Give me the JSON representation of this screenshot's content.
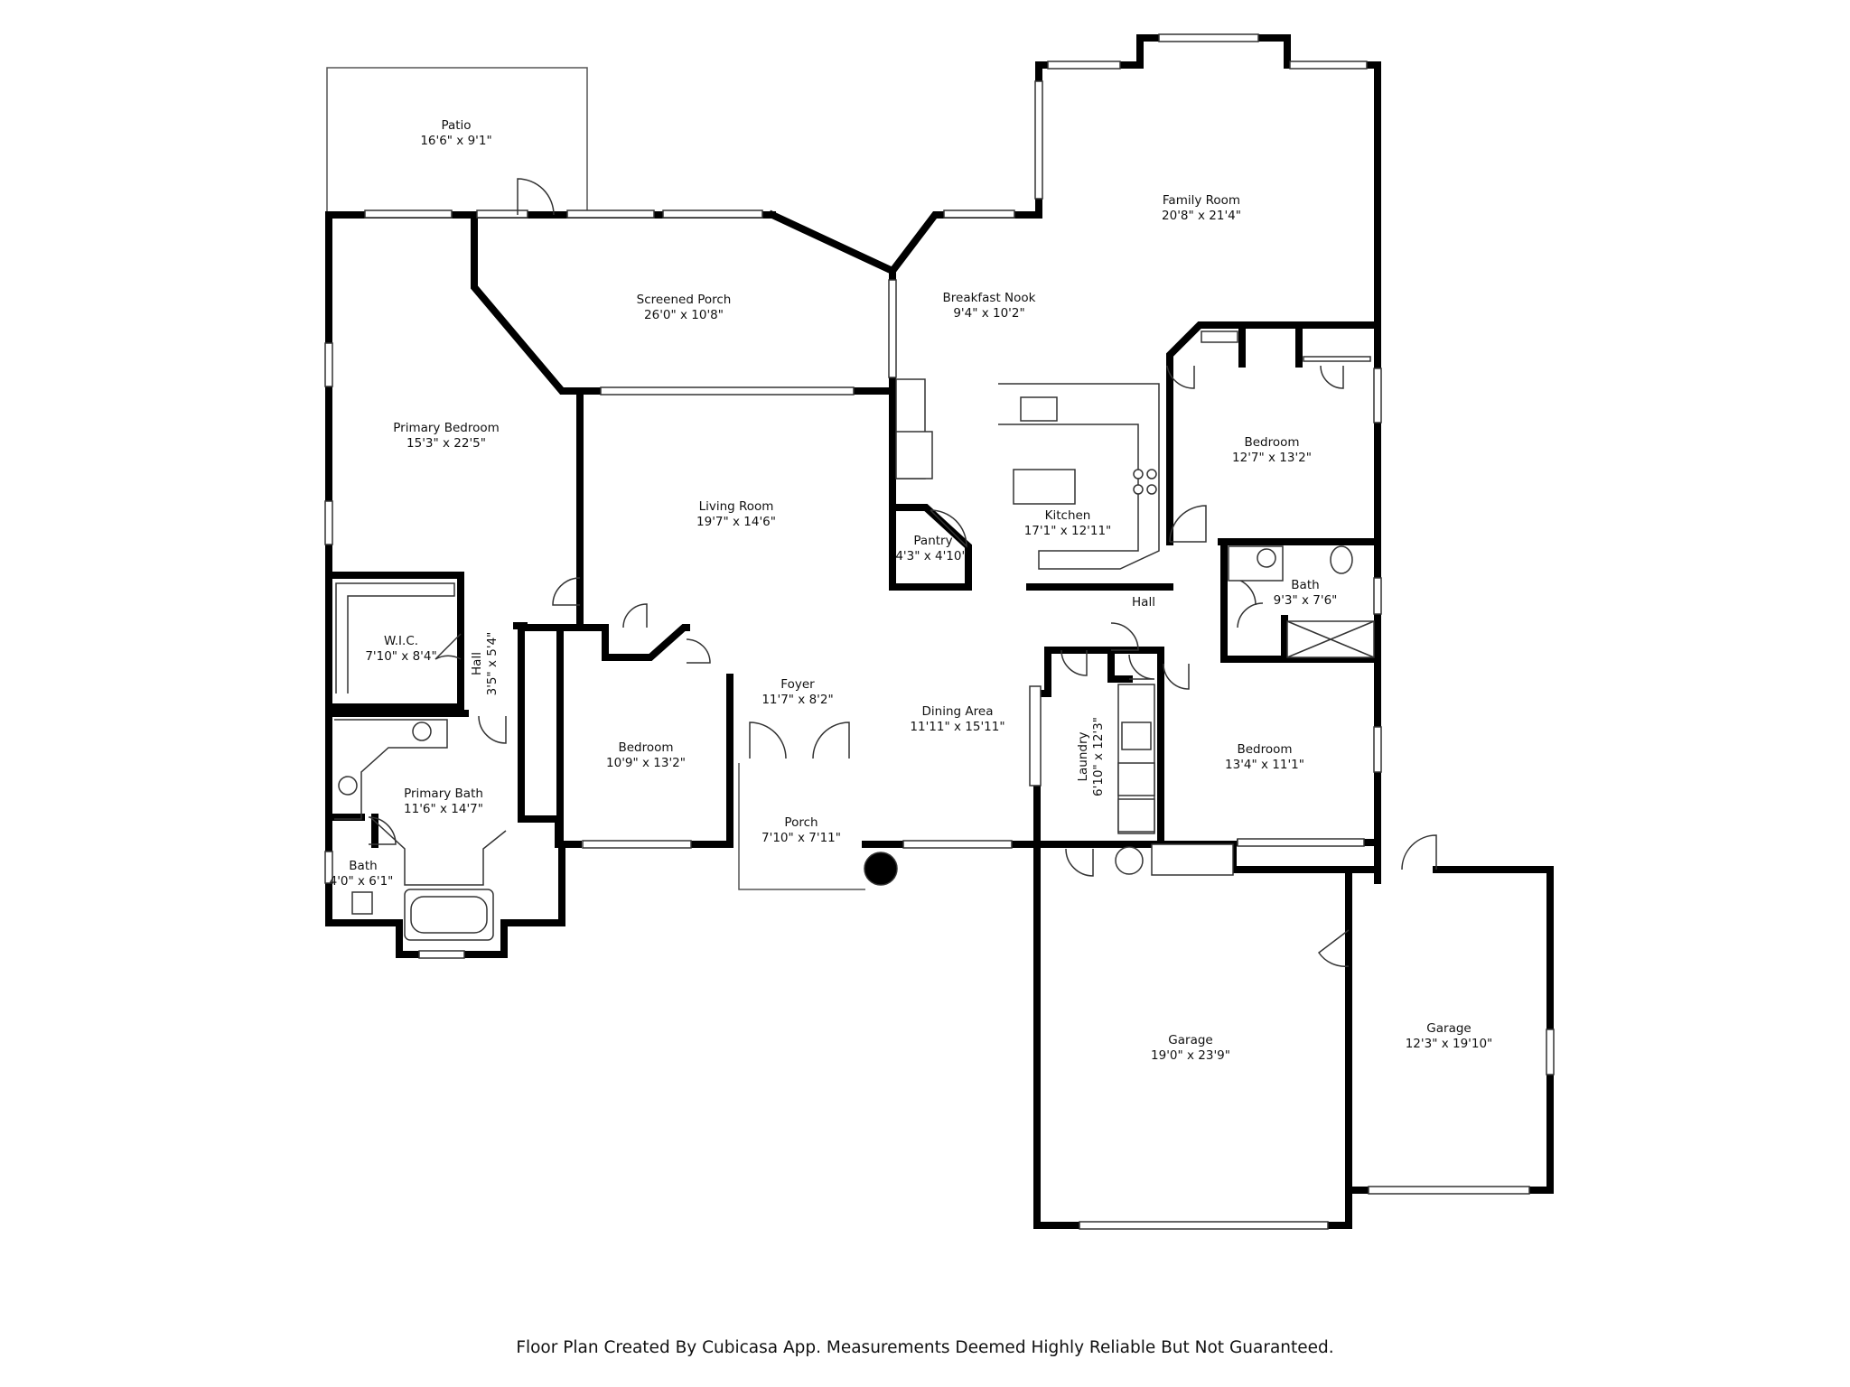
{
  "colors": {
    "wall": "#000000",
    "thin_line": "#444444",
    "background": "#ffffff"
  },
  "rooms": {
    "patio": {
      "name": "Patio",
      "dims": "16'6\" x 9'1\""
    },
    "screened_porch": {
      "name": "Screened Porch",
      "dims": "26'0\" x 10'8\""
    },
    "family_room": {
      "name": "Family Room",
      "dims": "20'8\" x 21'4\""
    },
    "breakfast_nook": {
      "name": "Breakfast Nook",
      "dims": "9'4\" x 10'2\""
    },
    "primary_bedroom": {
      "name": "Primary Bedroom",
      "dims": "15'3\" x 22'5\""
    },
    "living_room": {
      "name": "Living Room",
      "dims": "19'7\" x 14'6\""
    },
    "kitchen": {
      "name": "Kitchen",
      "dims": "17'1\" x 12'11\""
    },
    "pantry": {
      "name": "Pantry",
      "dims": "4'3\" x 4'10\""
    },
    "bedroom_ne": {
      "name": "Bedroom",
      "dims": "12'7\" x 13'2\""
    },
    "hall_main": {
      "name": "Hall"
    },
    "bath_hall": {
      "name": "Bath",
      "dims": "9'3\" x 7'6\""
    },
    "wic": {
      "name": "W.I.C.",
      "dims": "7'10\" x 8'4\""
    },
    "hall_small": {
      "name": "Hall",
      "dims": "3'5\" x 5'4\""
    },
    "bedroom_mid": {
      "name": "Bedroom",
      "dims": "10'9\" x 13'2\""
    },
    "foyer": {
      "name": "Foyer",
      "dims": "11'7\" x 8'2\""
    },
    "dining_area": {
      "name": "Dining Area",
      "dims": "11'11\" x 15'11\""
    },
    "laundry": {
      "name": "Laundry",
      "dims": "6'10\" x 12'3\""
    },
    "bedroom_se": {
      "name": "Bedroom",
      "dims": "13'4\" x 11'1\""
    },
    "primary_bath": {
      "name": "Primary Bath",
      "dims": "11'6\" x 14'7\""
    },
    "bath_small": {
      "name": "Bath",
      "dims": "4'0\" x 6'1\""
    },
    "porch": {
      "name": "Porch",
      "dims": "7'10\" x 7'11\""
    },
    "garage_main": {
      "name": "Garage",
      "dims": "19'0\" x 23'9\""
    },
    "garage_side": {
      "name": "Garage",
      "dims": "12'3\" x 19'10\""
    }
  },
  "footer": {
    "credit": "Floor Plan Created By Cubicasa App. Measurements Deemed Highly Reliable But Not Guaranteed."
  }
}
